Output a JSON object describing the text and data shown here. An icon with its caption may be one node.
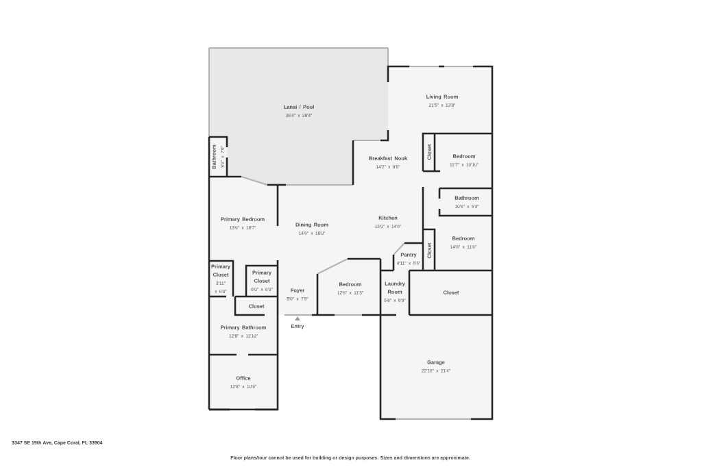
{
  "diagram": {
    "title": "3347 SE 19th Ave, Cape Coral, FL 33904",
    "caption": "Floor plans/tour cannot be used for building or design purposes. Sizes and dimensions are approximate.",
    "nodes": [
      {
        "text": [
          "Lanai / Pool",
          "36'4\" x 28'4\""
        ]
      },
      {
        "text": [
          "Living Room",
          "21'5\" x 13'8\""
        ]
      },
      {
        "text": [
          "Bathroom",
          "9'2\" x 7'0\""
        ]
      },
      {
        "text": [
          "Breakfast Nook",
          "14'2\" x 9'5\""
        ]
      },
      {
        "text": [
          "Closet"
        ]
      },
      {
        "text": [
          "Bedroom",
          "11'7\" x 10'10\""
        ]
      },
      {
        "text": [
          "Bathroom",
          "10'6\" x 5'3\""
        ]
      },
      {
        "text": [
          "Primary Bedroom",
          "13'6\" x 18'7\""
        ]
      },
      {
        "text": [
          "Dining Room",
          "14'6\" x 18'0\""
        ]
      },
      {
        "text": [
          "Kitchen",
          "15'0\" x 14'6\""
        ]
      },
      {
        "text": [
          "Bedroom",
          "14'6\" x 11'6\""
        ]
      },
      {
        "text": [
          "Pantry",
          "4'11\" x 5'5\""
        ]
      },
      {
        "text": [
          "Closet"
        ]
      },
      {
        "text": [
          "Primary Closet",
          "3'11\" x 6'0\""
        ]
      },
      {
        "text": [
          "Primary Closet",
          "6'0\" x 6'0\""
        ]
      },
      {
        "text": [
          "Foyer",
          "8'0\" x 7'9\""
        ]
      },
      {
        "text": [
          "Bedroom",
          "12'6\" x 11'3\""
        ]
      },
      {
        "text": [
          "Laundry Room",
          "5'8\" x 8'9\""
        ]
      },
      {
        "text": [
          "Closet"
        ]
      },
      {
        "text": [
          "Closet"
        ]
      },
      {
        "text": [
          "Primary Bathroom",
          "12'8\" x 11'10\""
        ]
      },
      {
        "text": [
          "Office",
          "12'8\" x 10'6\""
        ]
      },
      {
        "text": [
          "Garage",
          "22'10\" x 21'4\""
        ]
      }
    ],
    "labels": [
      "Entry"
    ]
  }
}
